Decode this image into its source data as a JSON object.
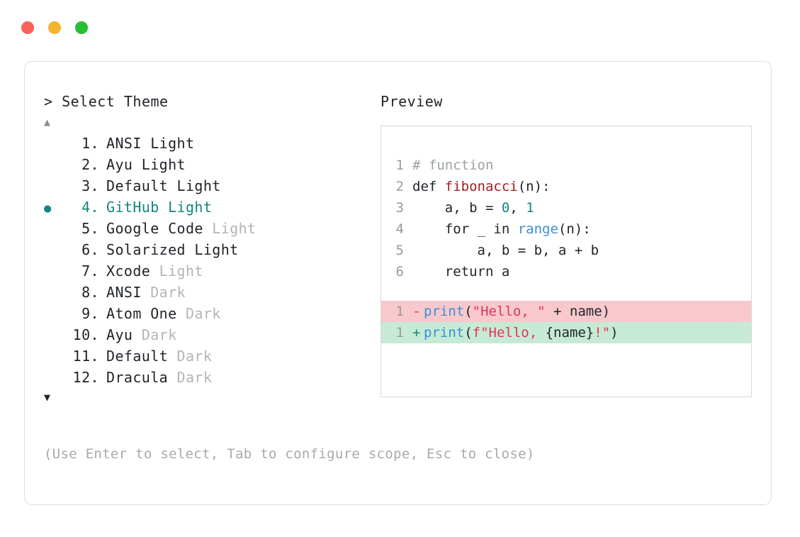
{
  "window": {
    "dots": [
      {
        "name": "close",
        "color": "#f8625a"
      },
      {
        "name": "minimize",
        "color": "#f5b32b"
      },
      {
        "name": "maximize",
        "color": "#27bf36"
      }
    ]
  },
  "left_panel": {
    "prompt": "> Select Theme",
    "scroll_up": "▲",
    "scroll_down": "▼",
    "selected_index": 4,
    "bullet": "●",
    "themes": [
      {
        "index": "1.",
        "name": "ANSI",
        "variant": "Light",
        "variant_dim": false,
        "selected": false
      },
      {
        "index": "2.",
        "name": "Ayu",
        "variant": "Light",
        "variant_dim": false,
        "selected": false
      },
      {
        "index": "3.",
        "name": "Default",
        "variant": "Light",
        "variant_dim": false,
        "selected": false
      },
      {
        "index": "4.",
        "name": "GitHub",
        "variant": "Light",
        "variant_dim": false,
        "selected": true
      },
      {
        "index": "5.",
        "name": "Google Code",
        "variant": "Light",
        "variant_dim": true,
        "selected": false
      },
      {
        "index": "6.",
        "name": "Solarized",
        "variant": "Light",
        "variant_dim": false,
        "selected": false
      },
      {
        "index": "7.",
        "name": "Xcode",
        "variant": "Light",
        "variant_dim": true,
        "selected": false
      },
      {
        "index": "8.",
        "name": "ANSI",
        "variant": "Dark",
        "variant_dim": true,
        "selected": false
      },
      {
        "index": "9.",
        "name": "Atom One",
        "variant": "Dark",
        "variant_dim": true,
        "selected": false
      },
      {
        "index": "10.",
        "name": "Ayu",
        "variant": "Dark",
        "variant_dim": true,
        "selected": false
      },
      {
        "index": "11.",
        "name": "Default",
        "variant": "Dark",
        "variant_dim": true,
        "selected": false
      },
      {
        "index": "12.",
        "name": "Dracula",
        "variant": "Dark",
        "variant_dim": true,
        "selected": false
      }
    ],
    "hint": "(Use Enter to select, Tab to configure scope, Esc to close)"
  },
  "right_panel": {
    "title": "Preview",
    "code_lines": [
      {
        "number": "1",
        "tokens": [
          {
            "text": "# function",
            "type": "comment"
          }
        ]
      },
      {
        "number": "2",
        "tokens": [
          {
            "text": "def ",
            "type": "plain"
          },
          {
            "text": "fibonacci",
            "type": "fn"
          },
          {
            "text": "(n):",
            "type": "plain"
          }
        ]
      },
      {
        "number": "3",
        "tokens": [
          {
            "text": "    a, b = ",
            "type": "plain"
          },
          {
            "text": "0",
            "type": "num"
          },
          {
            "text": ", ",
            "type": "plain"
          },
          {
            "text": "1",
            "type": "num"
          }
        ]
      },
      {
        "number": "4",
        "tokens": [
          {
            "text": "    for _ in ",
            "type": "plain"
          },
          {
            "text": "range",
            "type": "builtin"
          },
          {
            "text": "(n):",
            "type": "plain"
          }
        ]
      },
      {
        "number": "5",
        "tokens": [
          {
            "text": "        a, b = b, a + b",
            "type": "plain"
          }
        ]
      },
      {
        "number": "6",
        "tokens": [
          {
            "text": "    return a",
            "type": "plain"
          }
        ]
      }
    ],
    "diff_lines": [
      {
        "number": "1",
        "sign": "-",
        "kind": "removed",
        "tokens": [
          {
            "text": "print",
            "type": "print"
          },
          {
            "text": "(",
            "type": "plain"
          },
          {
            "text": "\"Hello, \"",
            "type": "str"
          },
          {
            "text": " + name)",
            "type": "plain"
          }
        ]
      },
      {
        "number": "1",
        "sign": "+",
        "kind": "added",
        "tokens": [
          {
            "text": "print",
            "type": "print"
          },
          {
            "text": "(",
            "type": "plain"
          },
          {
            "text": "f\"Hello, ",
            "type": "str"
          },
          {
            "text": "{name}",
            "type": "plain"
          },
          {
            "text": "!\"",
            "type": "str"
          },
          {
            "text": ")",
            "type": "plain"
          }
        ]
      }
    ]
  },
  "colors": {
    "accent": "#14857f",
    "diff_removed_bg": "#f8c8cc",
    "diff_added_bg": "#c6ead5",
    "text": "#1f2328",
    "dim": "#b5b5b5",
    "border": "#dedede"
  }
}
